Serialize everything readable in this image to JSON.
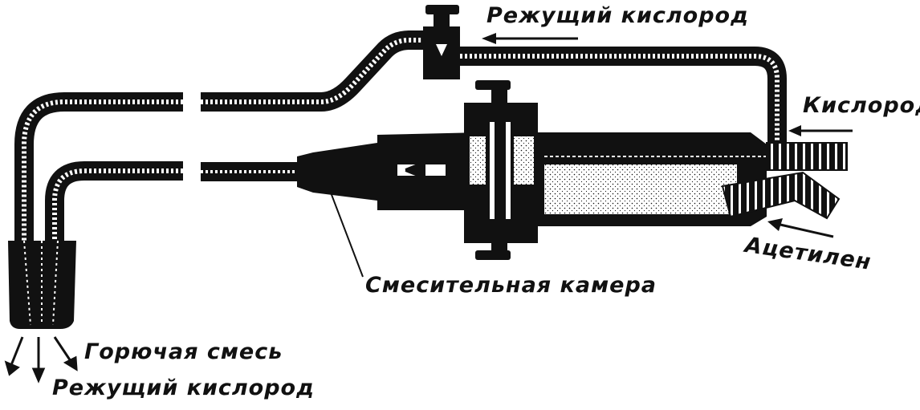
{
  "labels": {
    "cutting_oxygen_top": "Режущий кислород",
    "oxygen": "Кислород",
    "acetylene": "Ацетилен",
    "mixing_chamber": "Смесительная камера",
    "combustible_mix": "Горючая смесь",
    "cutting_oxygen_bottom": "Режущий кислород"
  },
  "colors": {
    "ink": "#111111",
    "paper": "#ffffff",
    "stipple": "#f4f4f4"
  }
}
